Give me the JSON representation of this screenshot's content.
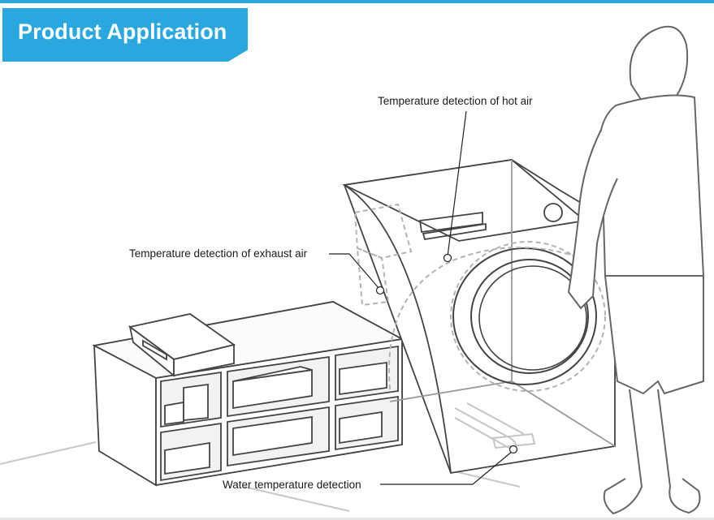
{
  "header": {
    "title": "Product Application",
    "accent_color": "#29a8e0"
  },
  "callouts": {
    "hot_air": "Temperature detection of hot air",
    "exhaust_air": "Temperature detection of exhaust air",
    "water": "Water temperature detection"
  },
  "icons": [
    "washer-dryer-illustration",
    "person-illustration",
    "storage-cabinet-illustration",
    "heating-element-illustration"
  ]
}
